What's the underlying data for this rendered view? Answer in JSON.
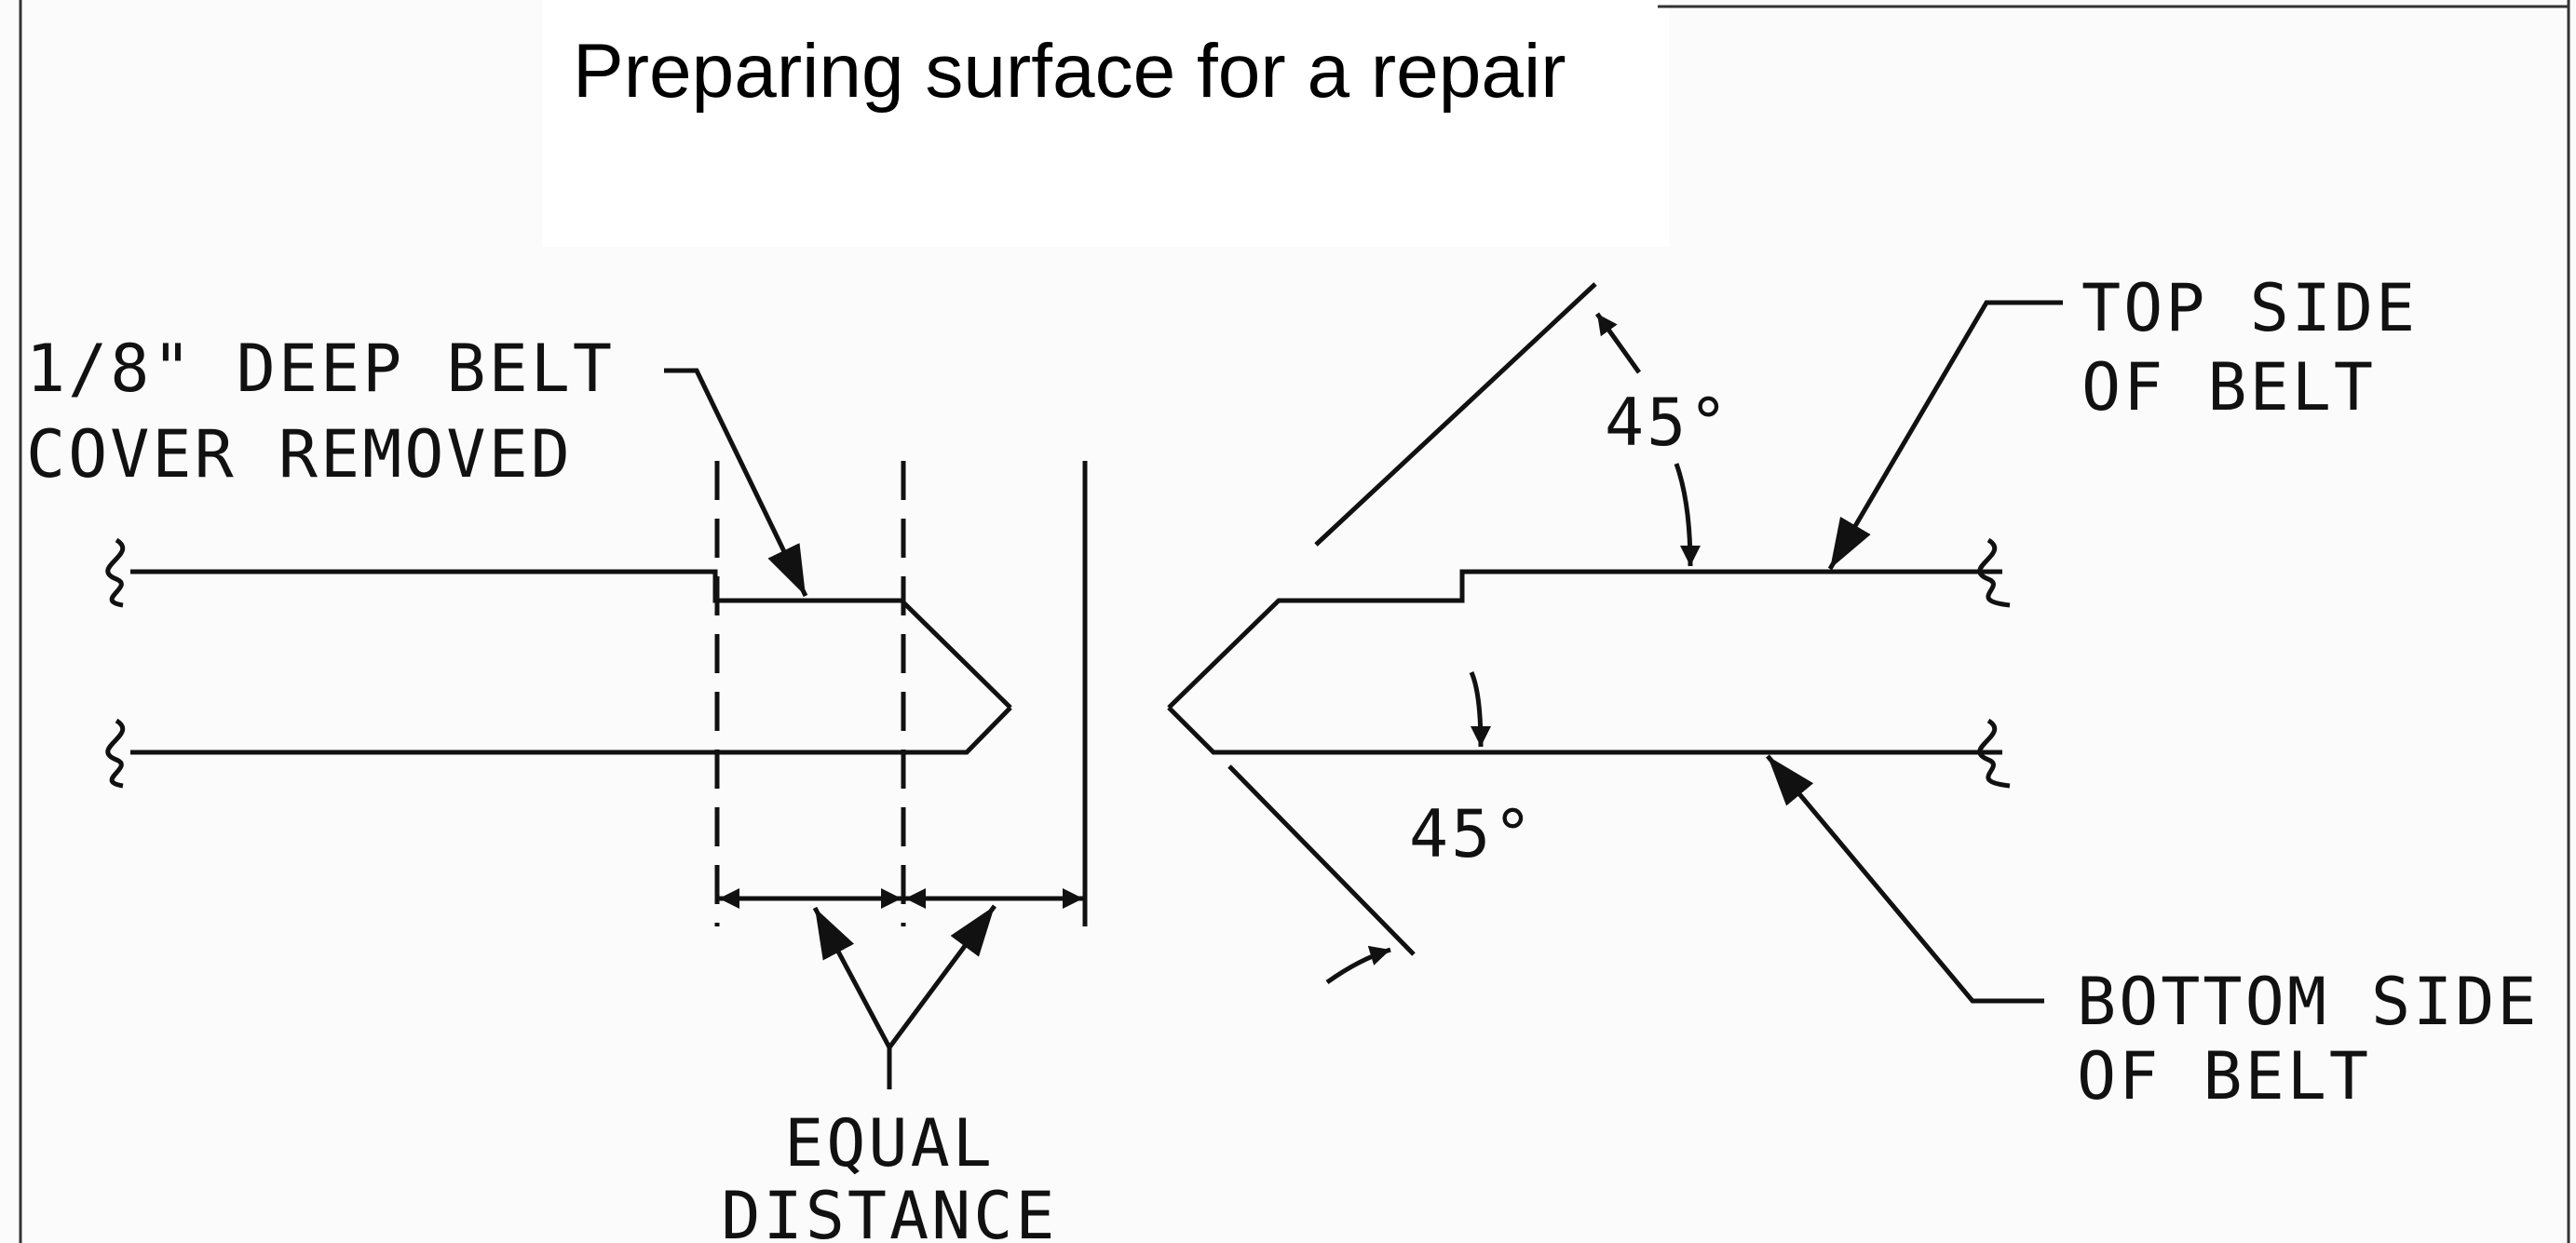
{
  "title": "Preparing surface for a repair",
  "labels": {
    "cover_removed_line1": "1/8\" DEEP BELT",
    "cover_removed_line2": "COVER REMOVED",
    "top_side_line1": "TOP SIDE",
    "top_side_line2": "OF BELT",
    "bottom_side_line1": "BOTTOM SIDE",
    "bottom_side_line2": "OF BELT",
    "equal_line1": "EQUAL",
    "equal_line2": "DISTANCE",
    "angle_top": "45°",
    "angle_bottom": "45°"
  },
  "colors": {
    "line": "#111111",
    "background": "#fbfbfb"
  }
}
